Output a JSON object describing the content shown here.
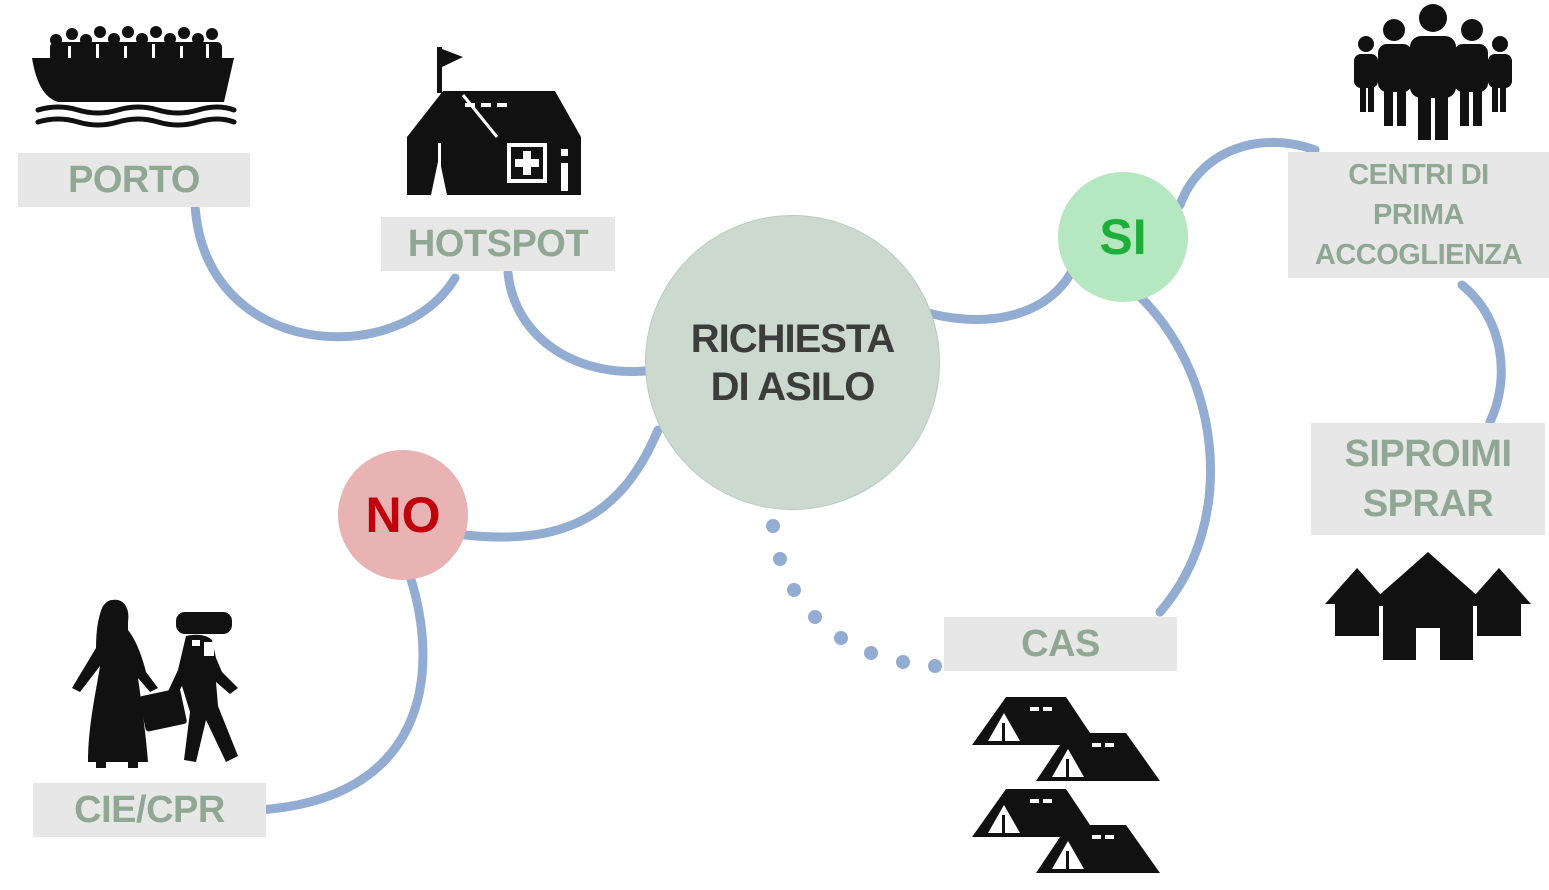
{
  "center": {
    "line1": "RICHIESTA",
    "line2": "DI ASILO"
  },
  "decisions": {
    "yes": {
      "label": "SI",
      "text_color": "#1fae3a",
      "fill": "#b5e7c1"
    },
    "no": {
      "label": "NO",
      "text_color": "#c0000a",
      "fill": "#e9b3b3"
    }
  },
  "places": {
    "porto": "PORTO",
    "hotspot": "HOTSPOT",
    "centri": {
      "line1": "CENTRI DI",
      "line2": "PRIMA",
      "line3": "ACCOGLIENZA"
    },
    "siproimi": {
      "line1": "SIPROIMI",
      "line2": "SPRAR"
    },
    "cas": "CAS",
    "cie": "CIE/CPR"
  },
  "colors": {
    "connector": "#93acd2",
    "label_text": "#90a794",
    "label_bg": "#e7e7e7",
    "center_fill": "#ccd9ce",
    "center_text": "#3c3c3c",
    "icon": "#111111"
  },
  "icons": {
    "porto": "migrant-boat-icon",
    "hotspot": "first-aid-building-icon",
    "centri": "crowd-icon",
    "siproimi": "houses-icon",
    "cas": "tents-icon",
    "cie": "departing-family-icon"
  }
}
